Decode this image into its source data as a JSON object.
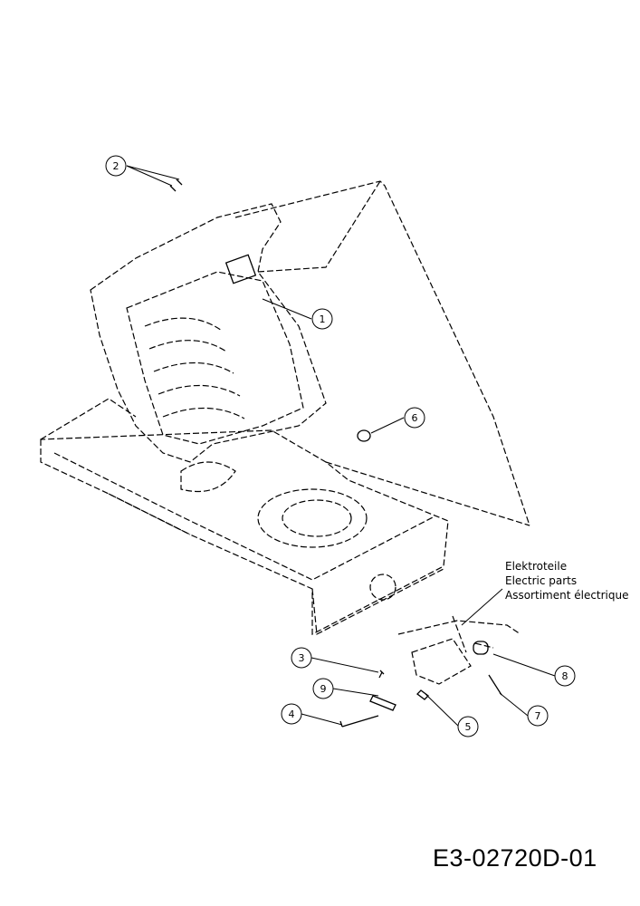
{
  "drawing_code": "E3-02720D-01",
  "group_label": {
    "de": "Elektroteile",
    "en": "Electric parts",
    "fr": "Assortiment électrique"
  },
  "callouts": [
    "1",
    "2",
    "3",
    "4",
    "5",
    "6",
    "7",
    "8",
    "9"
  ]
}
